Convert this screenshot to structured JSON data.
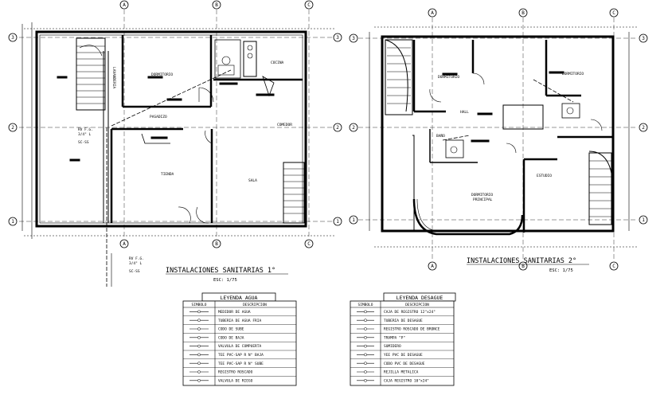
{
  "plan1": {
    "title": "INSTALACIONES  SANITARIAS 1°",
    "scale": "ESC: 1/75",
    "rooms": {
      "dormitorio": "DORMITORIO",
      "cocina": "COCINA",
      "pasadizo": "PASADIZO",
      "comedor": "COMEDOR",
      "tienda": "TIENDA",
      "sala": "SALA",
      "lavanderia": "LAVANDERIA"
    },
    "riser_labels": {
      "r1_a": "RV F.G.",
      "r1_b": "3/4\" L",
      "r1_c": "SC-SS",
      "r2_a": "RV F.G.",
      "r2_b": "3/4\" L",
      "r2_c": "SC-SS"
    }
  },
  "plan2": {
    "title": "INSTALACIONES  SANITARIAS 2°",
    "scale": "ESC: 1/75",
    "rooms": {
      "dormitorio": "DORMITORIO",
      "dormitorio2": "DORMITORIO",
      "hall": "HALL",
      "bano": "BAÑO",
      "estudio": "ESTUDIO",
      "principal_a": "DORMITORIO",
      "principal_b": "PRINCIPAL"
    }
  },
  "axes": {
    "a": "A",
    "b": "B",
    "c": "C",
    "n1": "1",
    "n2": "2",
    "n3": "3"
  },
  "legend_agua": {
    "title": "LEYENDA AGUA",
    "col_symbol": "SIMBOLO",
    "col_desc": "DESCRIPCION",
    "rows": [
      "MEDIDOR DE AGUA",
      "TUBERIA DE AGUA FRIA",
      "CODO DE SUBE",
      "CODO DE BAJA",
      "VALVULA DE COMPUERTA",
      "TEE PVC-SAP R N° BAJA",
      "TEE PVC-SAP R N° SUBE",
      "REGISTRO ROSCADO",
      "VALVULA DE RIEGO"
    ]
  },
  "legend_desague": {
    "title": "LEYENDA DESAGUE",
    "col_symbol": "SIMBOLO",
    "col_desc": "DESCRIPCION",
    "rows": [
      "CAJA DE REGISTRO 12\"x24\"",
      "TUBERIA DE DESAGUE",
      "REGISTRO ROSCADO DE BRONCE",
      "TRAMPA \"P\"",
      "SUMIDERO",
      "YEE PVC DE DESAGUE",
      "CODO PVC DE DESAGUE",
      "REJILLA METALICA",
      "CAJA REGISTRO 10\"x24\""
    ]
  }
}
